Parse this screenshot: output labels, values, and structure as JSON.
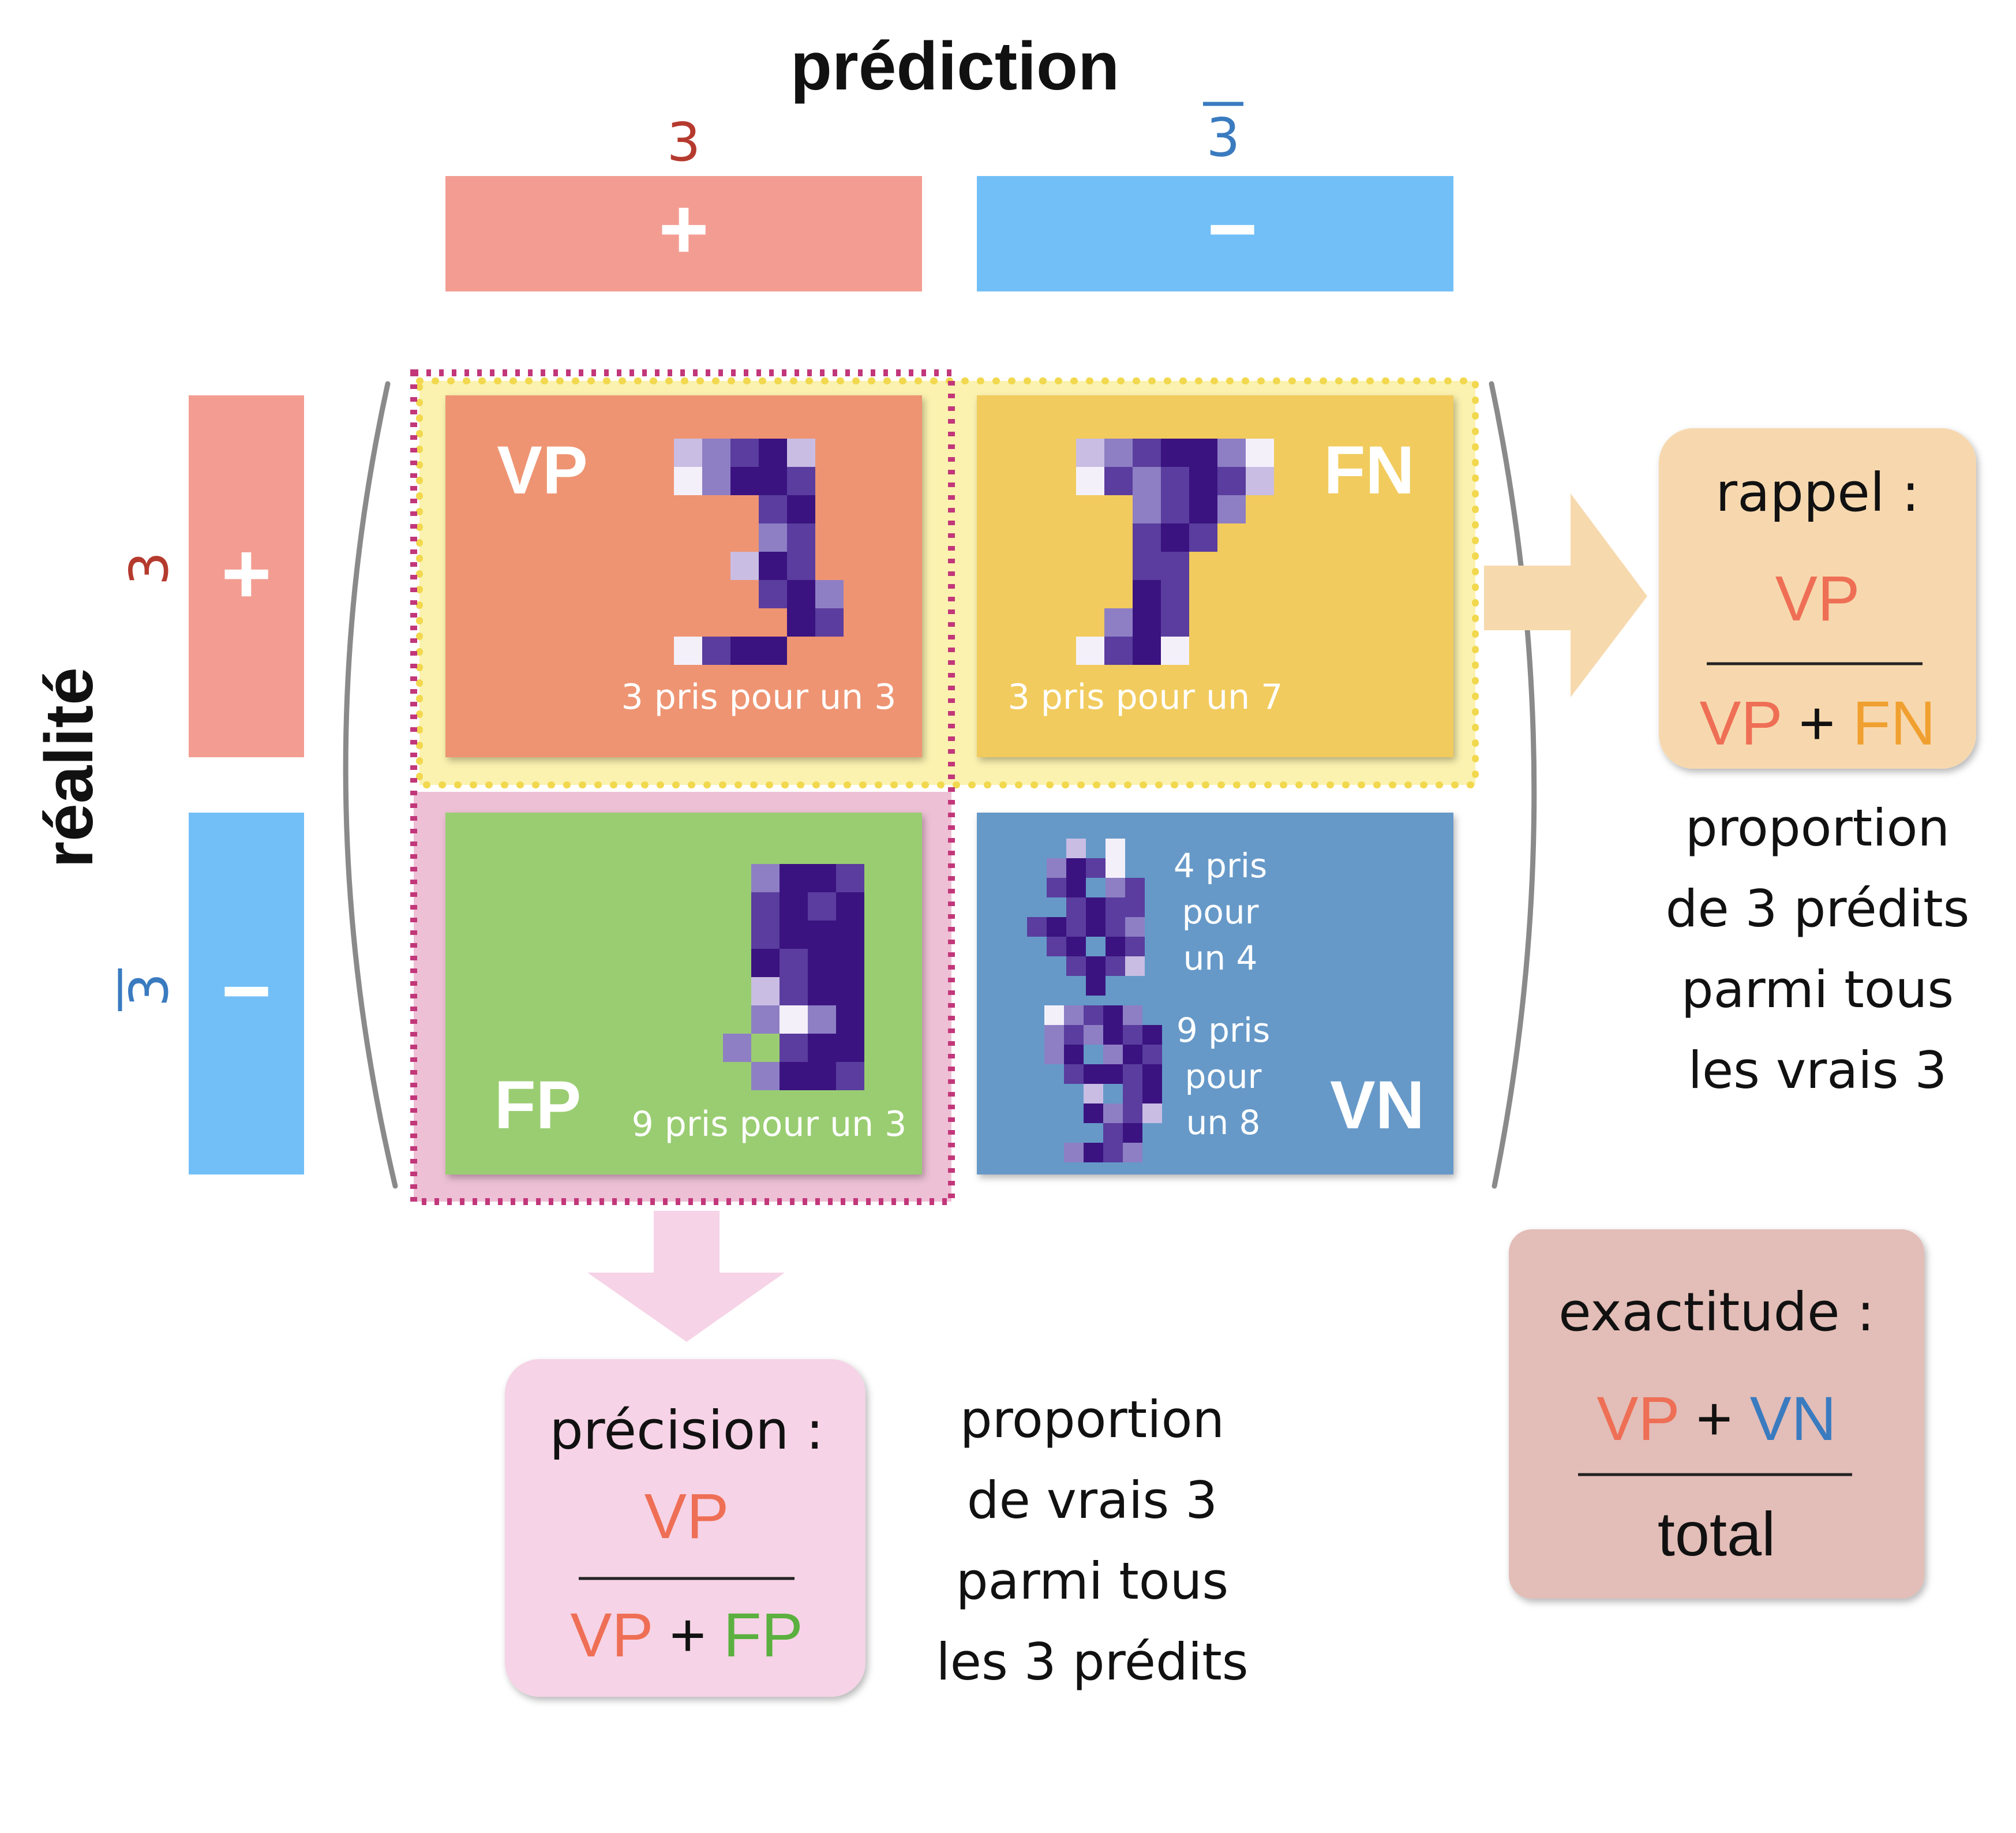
{
  "axes": {
    "prediction_title": "prédiction",
    "reality_title": "réalité",
    "pos_label": "3",
    "neg_label": "3",
    "plus_sign": "+",
    "minus_sign": "−"
  },
  "cells": {
    "vp": {
      "abbr": "VP",
      "caption": "3 pris pour un 3"
    },
    "fn": {
      "abbr": "FN",
      "caption": "3 pris pour un 7"
    },
    "fp": {
      "abbr": "FP",
      "caption": "9 pris pour un 3"
    },
    "vn": {
      "abbr": "VN",
      "caption1": [
        "4 pris",
        "pour",
        "un 4"
      ],
      "caption2": [
        "9 pris",
        "pour",
        "un 8"
      ]
    }
  },
  "rappel": {
    "title": "rappel :",
    "numerator": "VP",
    "den_a": "VP",
    "den_op": "+",
    "den_b": "FN",
    "note": [
      "proportion",
      "de 3 prédits",
      "parmi tous",
      "les vrais 3"
    ]
  },
  "precision": {
    "title": "précision :",
    "numerator": "VP",
    "den_a": "VP",
    "den_op": "+",
    "den_b": "FP",
    "note": [
      "proportion",
      "de vrais 3",
      "parmi tous",
      "les 3 prédits"
    ]
  },
  "exactitude": {
    "title": "exactitude :",
    "num_a": "VP",
    "num_op": "+",
    "num_b": "VN",
    "denominator": "total"
  },
  "colors": {
    "pos_bar": "#F39D92",
    "neg_bar": "#72BFF7",
    "vp_cell": "#EE9472",
    "fn_cell": "#F1CB5D",
    "fp_cell": "#9ACD72",
    "vn_cell": "#6699C8",
    "vp_text": "#EE6F55",
    "fn_text": "#F0A030",
    "fp_text": "#5BB040",
    "vn_text": "#3A7BC0",
    "red_digit": "#B53A2E",
    "blue_digit": "#3A7BC0",
    "rappel_box": "#F7D8AE",
    "precision_box": "#F6D3E6",
    "exactitude_box": "#E3BDB7"
  }
}
